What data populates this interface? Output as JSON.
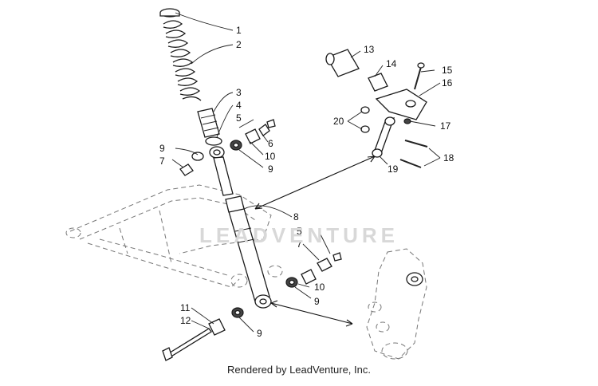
{
  "watermark": "LEADVENTURE",
  "credit": "Rendered by LeadVenture, Inc.",
  "callouts": {
    "c1": "1",
    "c2": "2",
    "c3": "3",
    "c4": "4",
    "c5a": "5",
    "c6": "6",
    "c9a": "9",
    "c7a": "7",
    "c10a": "10",
    "c9b": "9",
    "c13": "13",
    "c14": "14",
    "c15": "15",
    "c16": "16",
    "c17": "17",
    "c20": "20",
    "c18": "18",
    "c19": "19",
    "c8": "8",
    "c5b": "5",
    "c7b": "7",
    "c10b": "10",
    "c9c": "9",
    "c11": "11",
    "c12": "12",
    "c9d": "9"
  }
}
